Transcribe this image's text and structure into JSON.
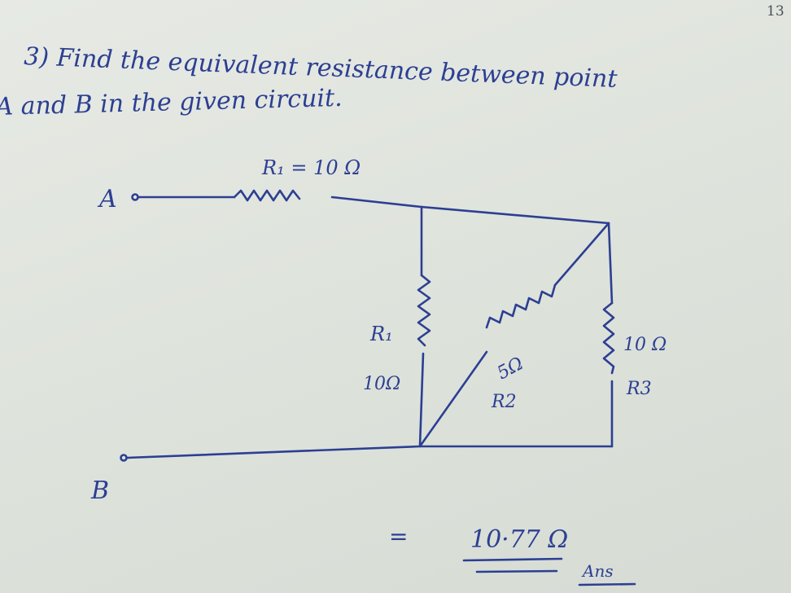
{
  "page_number": "13",
  "question": {
    "line1": "3) Find the equivalent resistance between point",
    "line2": "A and B in the given circuit."
  },
  "circuit": {
    "terminal_a": "A",
    "terminal_b": "B",
    "r1_top_label": "R₁ = 10 Ω",
    "r1_vertical_name": "R₁",
    "r1_vertical_value": "10Ω",
    "r2_value": "5Ω",
    "r2_name": "R2",
    "r3_value": "10 Ω",
    "r3_name": "R3"
  },
  "answer": {
    "equals": "=",
    "value": "10·77 Ω",
    "label": "Ans"
  },
  "colors": {
    "ink": "#2c3f92",
    "paper": "#e3e6e0"
  }
}
